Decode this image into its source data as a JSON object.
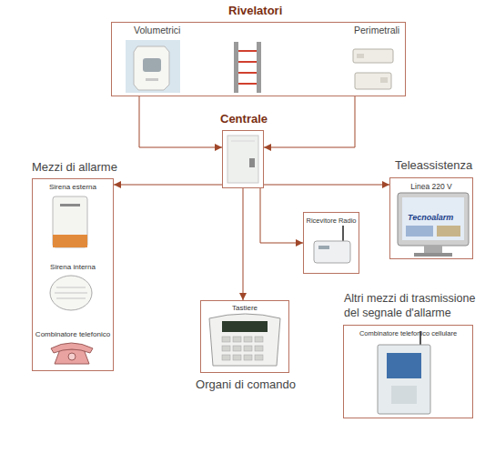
{
  "diagram": {
    "nodes": [
      {
        "text": [
          "Rivelatori",
          "Volumetrici",
          "Perimetrali"
        ]
      },
      {
        "text": [
          "Centrale"
        ]
      },
      {
        "text": [
          "Mezzi di allarme",
          "Sirena esterna",
          "Sirena interna",
          "Combinatore telefonico"
        ]
      },
      {
        "text": [
          "Teleassistenza",
          "Linea 220 V"
        ]
      },
      {
        "text": [
          "Ricevitore Radio"
        ]
      },
      {
        "text": [
          "Tastiere",
          "Organi di comando"
        ]
      },
      {
        "text": [
          "Altri mezzi di trasmissione del segnale d'allarme",
          "Combinatore telefonico cellulare"
        ]
      }
    ],
    "edges": [
      {
        "from": 0,
        "to": 1,
        "arrow": "to"
      },
      {
        "from": 0,
        "to": 1,
        "arrow": "to"
      },
      {
        "from": 1,
        "to": 2,
        "arrow": "to"
      },
      {
        "from": 1,
        "to": 3,
        "arrow": "to"
      },
      {
        "from": 1,
        "to": 4,
        "arrow": "to"
      },
      {
        "from": 1,
        "to": 5,
        "arrow": "to"
      }
    ],
    "labels": [
      "Tecnoalarm"
    ]
  }
}
